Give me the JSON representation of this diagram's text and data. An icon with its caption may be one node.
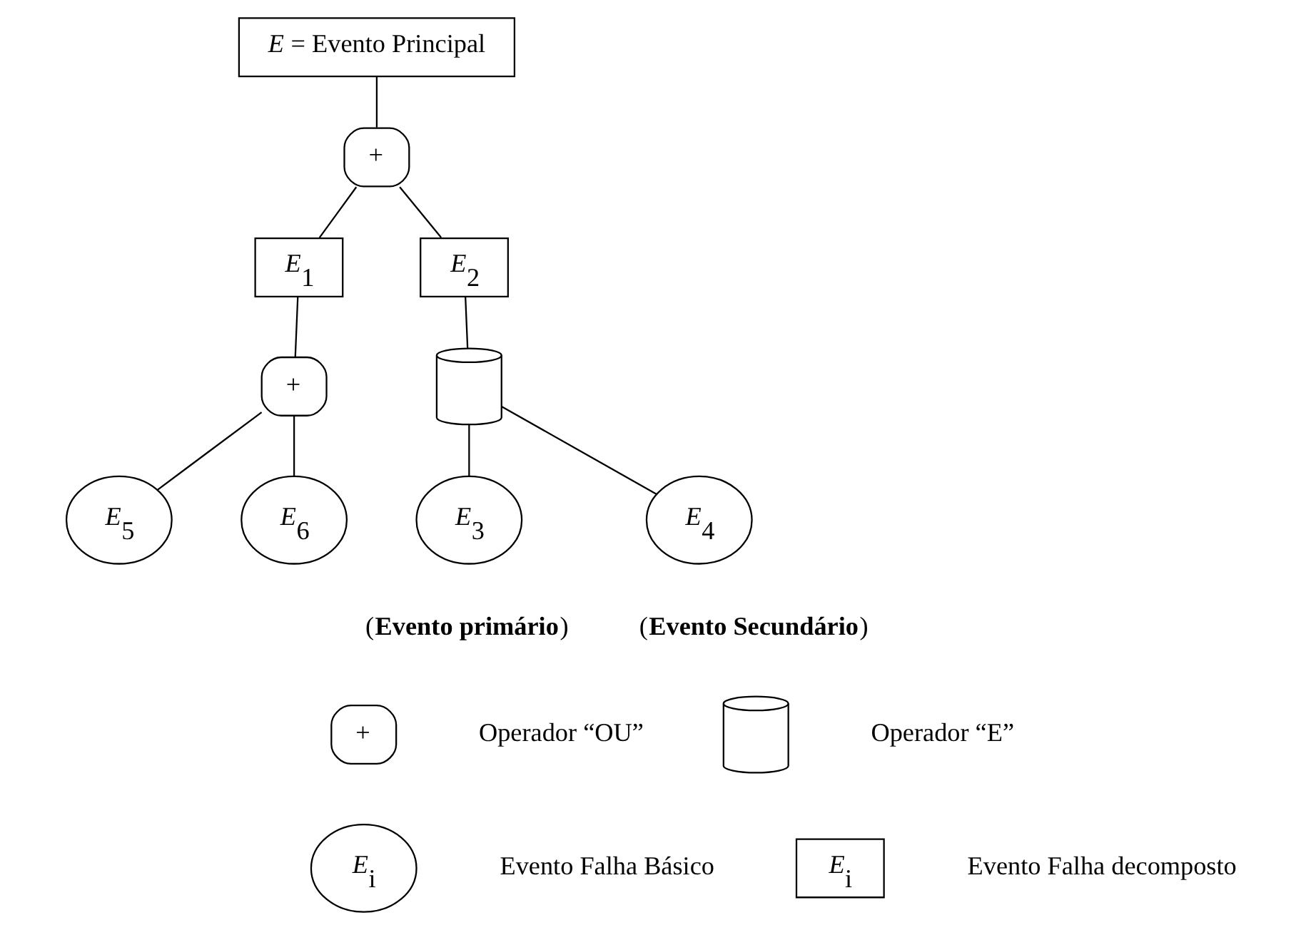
{
  "diagram": {
    "nodes": [
      {
        "text": [
          "*E* = Evento Principal"
        ]
      },
      {
        "text": [
          "+"
        ]
      },
      {
        "text": [
          "*E*$_{1}$"
        ]
      },
      {
        "text": [
          "*E*$_{2}$"
        ]
      },
      {
        "text": [
          "+"
        ]
      },
      {
        "text": [],
        "shape": "gate"
      },
      {
        "text": [
          "*E*$_{5}$"
        ]
      },
      {
        "text": [
          "*E*$_{6}$"
        ]
      },
      {
        "text": [
          "*E*$_{3}$"
        ],
        "beside": [
          "(**Evento primário**)"
        ]
      },
      {
        "text": [
          "*E*$_{4}$"
        ],
        "beside": [
          "(**Evento Secundário**)"
        ]
      },
      {
        "text": [
          "+"
        ]
      },
      {
        "text": [],
        "shape": "gate"
      },
      {
        "text": [
          "*E*$_{i}$"
        ]
      },
      {
        "text": [
          "*E*$_{i}$"
        ]
      }
    ],
    "edges": [
      {
        "from": 0,
        "to": 1,
        "arrow": "none"
      },
      {
        "from": 1,
        "to": 2,
        "arrow": "none"
      },
      {
        "from": 1,
        "to": 3,
        "arrow": "none"
      },
      {
        "from": 2,
        "to": 4,
        "arrow": "none"
      },
      {
        "from": 4,
        "to": 6,
        "arrow": "none"
      },
      {
        "from": 4,
        "to": 7,
        "arrow": "none"
      },
      {
        "from": 3,
        "to": 5,
        "arrow": "none"
      },
      {
        "from": 5,
        "to": 8,
        "arrow": "none"
      },
      {
        "from": 5,
        "to": 9,
        "arrow": "none"
      }
    ],
    "legend": [
      {
        "text": "Operador “OU”"
      },
      {
        "text": "Operador “E”"
      },
      {
        "text": "Evento Falha Básico"
      },
      {
        "text": "Evento Falha decomposto"
      }
    ]
  }
}
